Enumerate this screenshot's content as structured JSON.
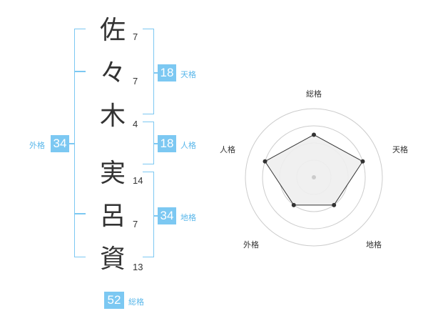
{
  "name_chars": [
    {
      "char": "佐",
      "strokes": "7"
    },
    {
      "char": "々",
      "strokes": "7"
    },
    {
      "char": "木",
      "strokes": "4"
    },
    {
      "char": "実",
      "strokes": "14"
    },
    {
      "char": "呂",
      "strokes": "7"
    },
    {
      "char": "資",
      "strokes": "13"
    }
  ],
  "fortune": {
    "tenkaku": {
      "value": "18",
      "label": "天格"
    },
    "jinkaku": {
      "value": "18",
      "label": "人格"
    },
    "chikaku": {
      "value": "34",
      "label": "地格"
    },
    "gaikaku": {
      "value": "34",
      "label": "外格"
    },
    "soukaku": {
      "value": "52",
      "label": "総格"
    }
  },
  "chart_data": {
    "type": "radar",
    "axes": [
      "総格",
      "天格",
      "地格",
      "外格",
      "人格"
    ],
    "values": [
      0.62,
      0.75,
      0.5,
      0.5,
      0.75
    ],
    "rings": 4,
    "colors": {
      "fill": "#eeeeee",
      "line": "#333333",
      "ring": "#cccccc",
      "accent": "#7cc8f2"
    }
  }
}
